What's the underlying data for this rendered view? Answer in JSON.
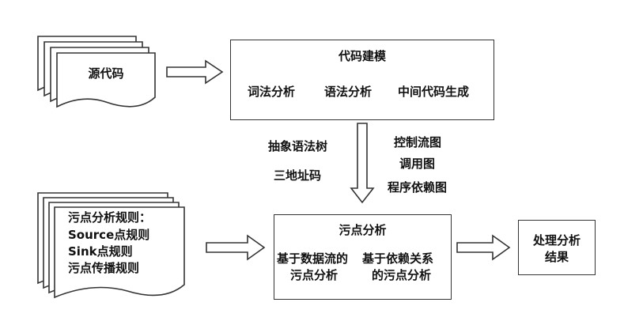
{
  "source_code": {
    "label": "源代码"
  },
  "code_modeling": {
    "title": "代码建模",
    "steps": [
      "词法分析",
      "语法分析",
      "中间代码生成"
    ]
  },
  "intermediate": {
    "left": [
      "抽象语法树",
      "三地址码"
    ],
    "right": [
      "控制流图",
      "调用图",
      "程序依赖图"
    ]
  },
  "rules": {
    "lines": [
      "污点分析规则：",
      "Source点规则",
      "Sink点规则",
      "污点传播规则"
    ]
  },
  "taint_analysis": {
    "title": "污点分析",
    "left_lines": [
      "基于数据流的",
      "污点分析"
    ],
    "right_lines": [
      "基于依赖关系",
      "的污点分析"
    ]
  },
  "result": {
    "lines": [
      "处理分析",
      "结果"
    ]
  }
}
